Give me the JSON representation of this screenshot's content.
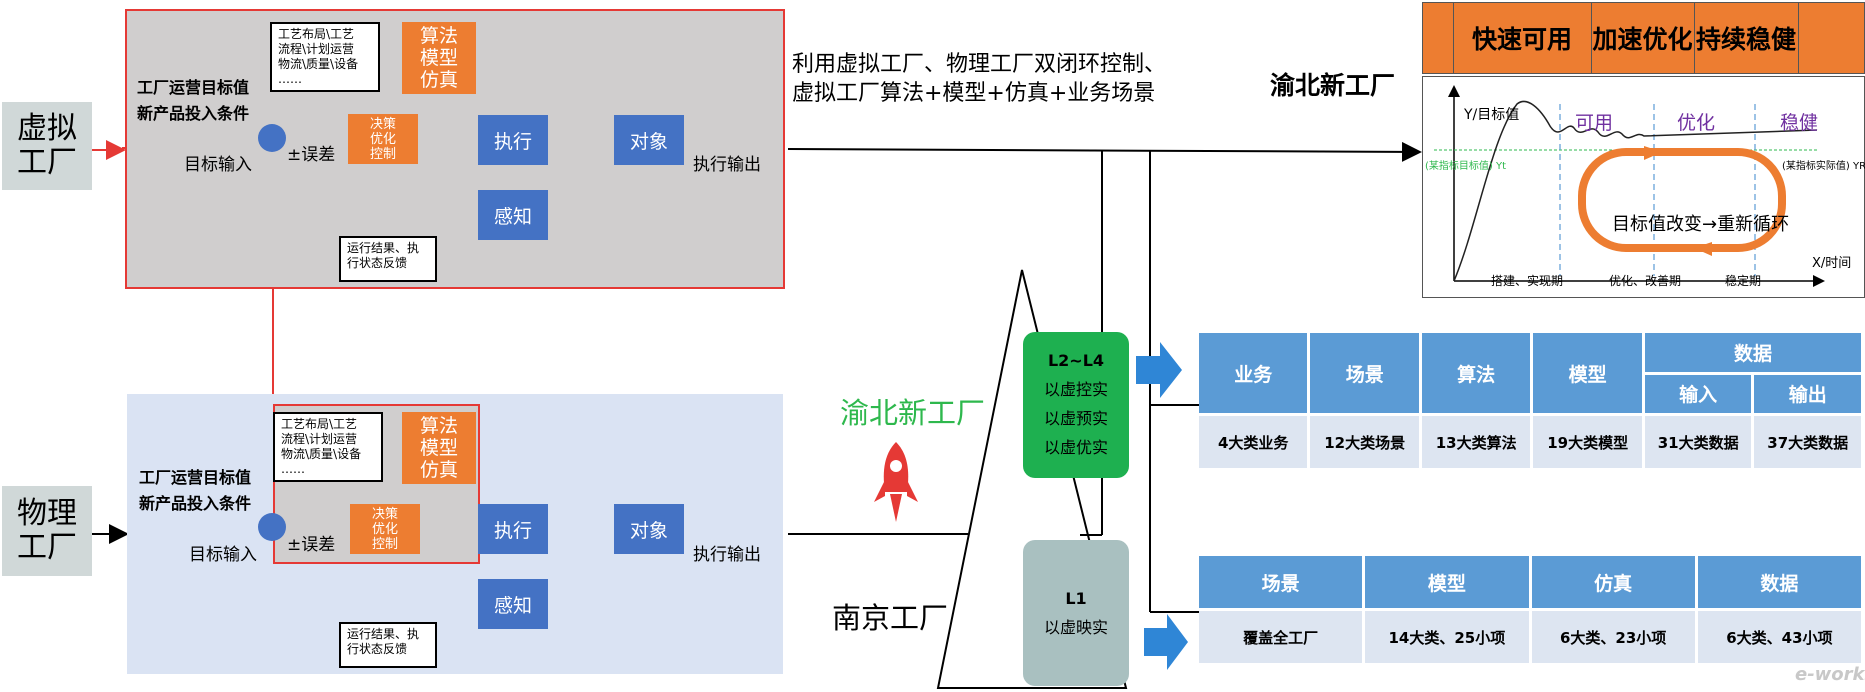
{
  "left": {
    "virtual_label": "虚拟\n工厂",
    "physical_label": "物理\n工厂"
  },
  "virtual_loop": {
    "goal_line1": "工厂运营目标值",
    "goal_line2": "新产品投入条件",
    "input_label": "目标输入",
    "error_label": "±误差",
    "decision_label": "决策\n优化\n控制",
    "algo_label": "算法\n模型\n仿真",
    "note_top": "工艺布局\\工艺\n流程\\计划运营\n物流\\质量\\设备\n……",
    "execute": "执行",
    "object": "对象",
    "output": "执行输出",
    "sense": "感知",
    "feedback_note": "运行结果、执\n行状态反馈"
  },
  "physical_loop": {
    "goal_line1": "工厂运营目标值",
    "goal_line2": "新产品投入条件",
    "input_label": "目标输入",
    "error_label": "±误差",
    "decision_label": "决策\n优化\n控制",
    "algo_label": "算法\n模型\n仿真",
    "note_top": "工艺布局\\工艺\n流程\\计划运营\n物流\\质量\\设备\n……",
    "execute": "执行",
    "object": "对象",
    "output": "执行输出",
    "sense": "感知",
    "feedback_note": "运行结果、执\n行状态反馈"
  },
  "headline": {
    "line1": "利用虚拟工厂、物理工厂双闭环控制、",
    "line2": "虚拟工厂算法+模型+仿真+业务场景"
  },
  "yubei_title": "渝北新工厂",
  "phases": [
    "快速可用",
    "加速优化",
    "持续稳健"
  ],
  "curve": {
    "y_axis": "Y/目标值",
    "x_axis": "X/时间",
    "stage_labels": [
      "可用",
      "优化",
      "稳健"
    ],
    "target_label": "(某指标目标值) Yt",
    "actual_label": "(某指标实际值) YR",
    "loop_label": "目标值改变→重新循环",
    "periods": [
      "搭建、实现期",
      "优化、改善期",
      "稳定期"
    ]
  },
  "pyramid": {
    "top_label": "渝北新工厂",
    "bottom_label": "南京工厂",
    "l24_title": "L2~L4",
    "l24_lines": [
      "以虚控实",
      "以虚预实",
      "以虚优实"
    ],
    "l1_title": "L1",
    "l1_line": "以虚映实"
  },
  "table1": {
    "headers": [
      "业务",
      "场景",
      "算法",
      "模型"
    ],
    "data_header": "数据",
    "data_sub": [
      "输入",
      "输出"
    ],
    "values": [
      "4大类业务",
      "12大类场景",
      "13大类算法",
      "19大类模型",
      "31大类数据",
      "37大类数据"
    ]
  },
  "table2": {
    "headers": [
      "场景",
      "模型",
      "仿真",
      "数据"
    ],
    "values": [
      "覆盖全工厂",
      "14大类、25小项",
      "6大类、23小项",
      "6大类、43小项"
    ]
  },
  "watermark": "e-works",
  "colors": {
    "blue_box": "#4472c4",
    "orange_box": "#ed7d31",
    "table_header": "#5b9bd5",
    "table_cell": "#dde5f1",
    "green_block": "#1eb050",
    "grey_block": "#a9c0c0",
    "red_frame": "#e53935",
    "light_blue_bg": "#dae3f3",
    "grey_bg": "#d0cece",
    "purple_text": "#7030a0",
    "green_text": "#2eb84d"
  }
}
